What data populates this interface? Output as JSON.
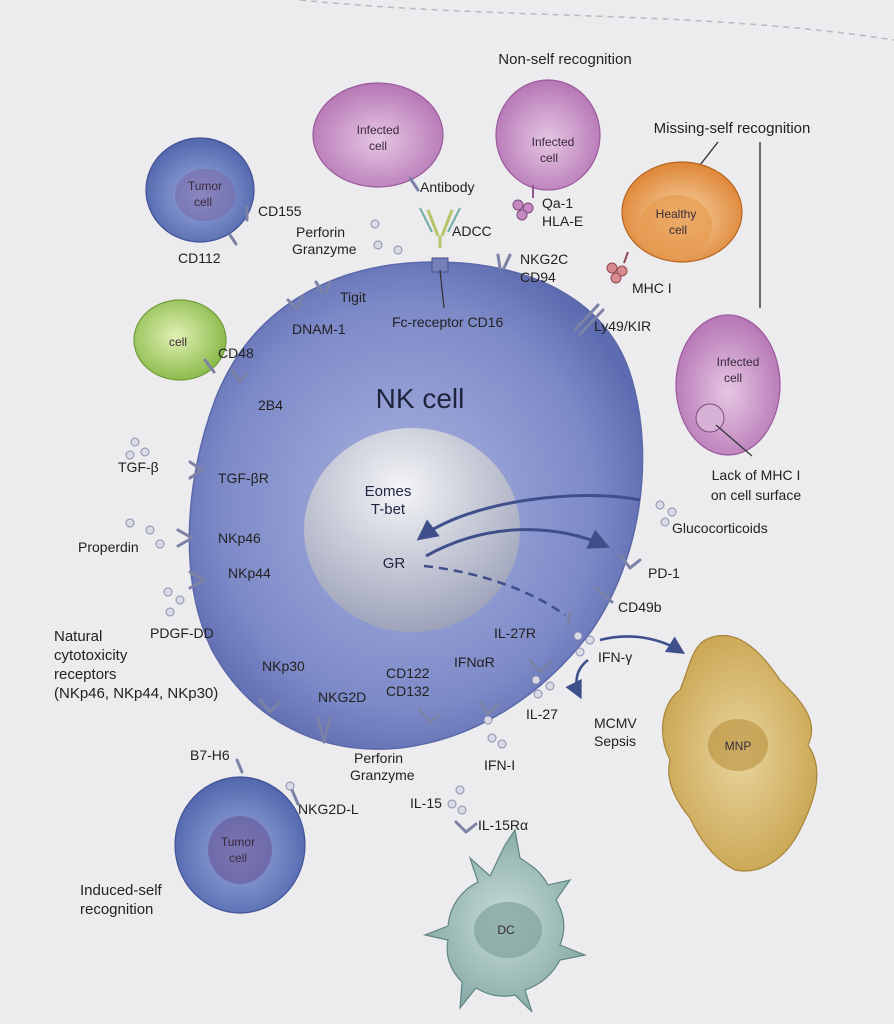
{
  "colors": {
    "nk_cell": "#7b88c9",
    "infected_cell": "#b77cb8",
    "healthy_cell": "#e08a3a",
    "tumor_cell": "#5e73b8",
    "green_cell": "#9bc85a",
    "mnp": "#c9a84e",
    "dc": "#86a8a4",
    "arrow": "#3f4f8c"
  },
  "headings": {
    "non_self": "Non-self recognition",
    "missing_self": "Missing-self recognition",
    "induced_self_1": "Induced-self",
    "induced_self_2": "recognition",
    "ncr_1": "Natural",
    "ncr_2": "cytotoxicity",
    "ncr_3": "receptors",
    "ncr_4": "(NKp46, NKp44, NKp30)"
  },
  "cells": {
    "nk": "NK cell",
    "nucleus_1": "Eomes",
    "nucleus_2": "T-bet",
    "gr": "GR",
    "tumor_top_1": "Tumor",
    "tumor_top_2": "cell",
    "green": "cell",
    "infected_1a": "Infected",
    "infected_1b": "cell",
    "infected_2a": "Infected",
    "infected_2b": "cell",
    "healthy_1": "Healthy",
    "healthy_2": "cell",
    "infected_3a": "Infected",
    "infected_3b": "cell",
    "tumor_bottom_1": "Tumor",
    "tumor_bottom_2": "cell",
    "mnp": "MNP",
    "dc": "DC"
  },
  "labels": {
    "cd155": "CD155",
    "cd112": "CD112",
    "perforin_top_1": "Perforin",
    "perforin_top_2": "Granzyme",
    "antibody": "Antibody",
    "adcc": "ADCC",
    "qa1": "Qa-1",
    "hlae": "HLA-E",
    "nkg2c": "NKG2C",
    "cd94": "CD94",
    "mhc1": "MHC I",
    "tigit": "Tigit",
    "dnam1": "DNAM-1",
    "fc_receptor": "Fc-receptor CD16",
    "ly49": "Ly49/KIR",
    "cd48": "CD48",
    "b4": "2B4",
    "lack_mhc_1": "Lack of MHC I",
    "lack_mhc_2": "on cell surface",
    "tgfb": "TGF-β",
    "tgfbr": "TGF-βR",
    "glucocorticoids": "Glucocorticoids",
    "properdin": "Properdin",
    "nkp46": "NKp46",
    "nkp44": "NKp44",
    "pd1": "PD-1",
    "pdgfdd": "PDGF-DD",
    "cd49b": "CD49b",
    "il27r": "IL-27R",
    "ifng": "IFN-γ",
    "nkp30": "NKp30",
    "cd122": "CD122",
    "cd132": "CD132",
    "ifnar": "IFNαR",
    "nkg2d": "NKG2D",
    "il27": "IL-27",
    "mcmv": "MCMV",
    "sepsis": "Sepsis",
    "perforin_bottom_1": "Perforin",
    "perforin_bottom_2": "Granzyme",
    "ifn1": "IFN-I",
    "b7h6": "B7-H6",
    "nkg2dl": "NKG2D-L",
    "il15": "IL-15",
    "il15ra": "IL-15Rα"
  }
}
